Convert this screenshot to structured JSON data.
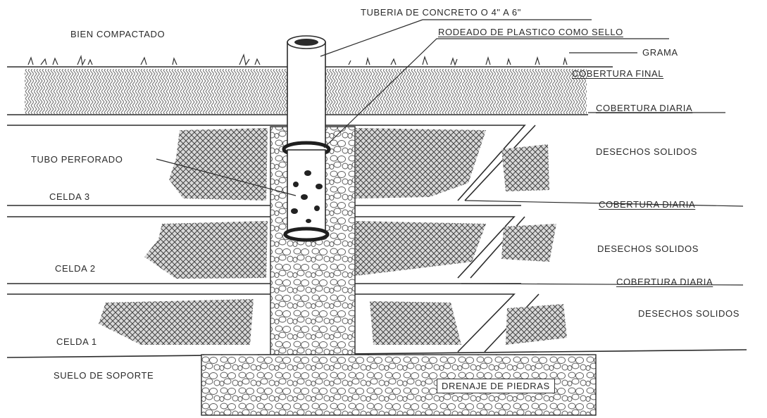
{
  "labels": {
    "bien_compactado": "BIEN COMPACTADO",
    "tuberia": "TUBERIA DE CONCRETO O 4\" A 6\"",
    "rodeado": "RODEADO DE PLASTICO COMO SELLO",
    "grama": "GRAMA",
    "cobertura_final": "COBERTURA FINAL",
    "cobertura_diaria": "COBERTURA DIARIA",
    "desechos_solidos": "DESECHOS SOLIDOS",
    "tubo_perforado": "TUBO PERFORADO",
    "celda_3": "CELDA 3",
    "celda_2": "CELDA 2",
    "celda_1": "CELDA 1",
    "suelo_de_soporte": "SUELO DE SOPORTE",
    "drenaje_de_piedras": "DRENAJE DE PIEDRAS"
  },
  "colors": {
    "line": "#2b2b2b",
    "background": "#ffffff"
  }
}
